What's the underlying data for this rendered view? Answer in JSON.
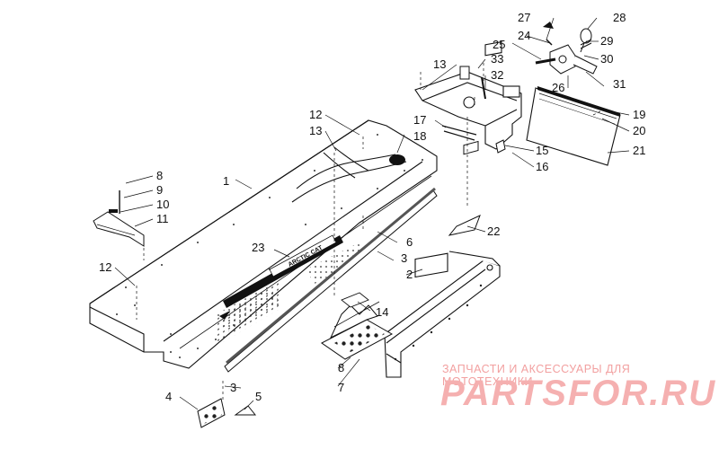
{
  "callouts": [
    {
      "id": "c1",
      "text": "1"
    },
    {
      "id": "c2",
      "text": "2"
    },
    {
      "id": "c3a",
      "text": "3"
    },
    {
      "id": "c3b",
      "text": "3"
    },
    {
      "id": "c4",
      "text": "4"
    },
    {
      "id": "c5",
      "text": "5"
    },
    {
      "id": "c6",
      "text": "6"
    },
    {
      "id": "c7",
      "text": "7"
    },
    {
      "id": "c8a",
      "text": "8"
    },
    {
      "id": "c8b",
      "text": "8"
    },
    {
      "id": "c9",
      "text": "9"
    },
    {
      "id": "c10",
      "text": "10"
    },
    {
      "id": "c11",
      "text": "11"
    },
    {
      "id": "c12a",
      "text": "12"
    },
    {
      "id": "c12b",
      "text": "12"
    },
    {
      "id": "c13a",
      "text": "13"
    },
    {
      "id": "c13b",
      "text": "13"
    },
    {
      "id": "c14",
      "text": "14"
    },
    {
      "id": "c15",
      "text": "15"
    },
    {
      "id": "c16",
      "text": "16"
    },
    {
      "id": "c17",
      "text": "17"
    },
    {
      "id": "c18",
      "text": "18"
    },
    {
      "id": "c19",
      "text": "19"
    },
    {
      "id": "c20",
      "text": "20"
    },
    {
      "id": "c21",
      "text": "21"
    },
    {
      "id": "c22",
      "text": "22"
    },
    {
      "id": "c23",
      "text": "23"
    },
    {
      "id": "c24",
      "text": "24"
    },
    {
      "id": "c25",
      "text": "25"
    },
    {
      "id": "c26",
      "text": "26"
    },
    {
      "id": "c27",
      "text": "27"
    },
    {
      "id": "c28",
      "text": "28"
    },
    {
      "id": "c29",
      "text": "29"
    },
    {
      "id": "c30",
      "text": "30"
    },
    {
      "id": "c31",
      "text": "31"
    },
    {
      "id": "c32",
      "text": "32"
    },
    {
      "id": "c33",
      "text": "33"
    }
  ],
  "decal_text": "ARCTIC CAT",
  "watermark": {
    "tagline": "ЗАПЧАСТИ И АКСЕССУАРЫ ДЛЯ МОТОТЕХНИКИ",
    "brand": "PARTSFOR.RU"
  }
}
